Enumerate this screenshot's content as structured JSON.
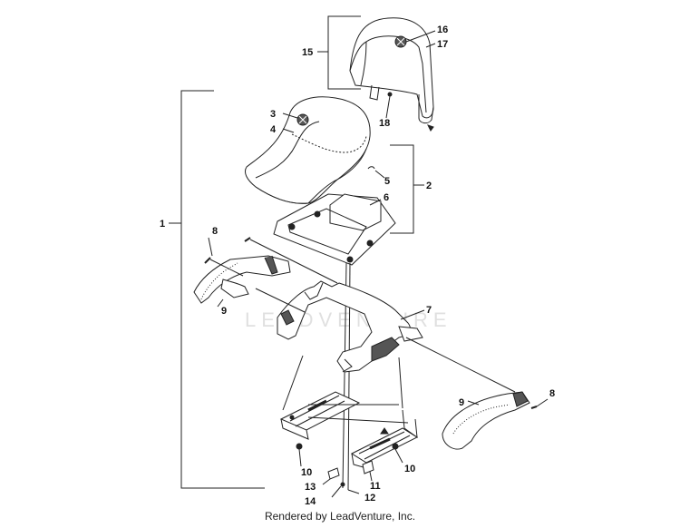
{
  "callouts": {
    "c1": "1",
    "c2": "2",
    "c3": "3",
    "c4": "4",
    "c5": "5",
    "c6": "6",
    "c7": "7",
    "c8a": "8",
    "c8b": "8",
    "c9a": "9",
    "c9b": "9",
    "c10a": "10",
    "c10b": "10",
    "c11": "11",
    "c12": "12",
    "c13": "13",
    "c14": "14",
    "c15": "15",
    "c16": "16",
    "c17": "17",
    "c18": "18"
  },
  "watermark": "LEADVENTURE",
  "footer": "Rendered by LeadVenture, Inc.",
  "colors": {
    "line": "#222222",
    "fill": "#ffffff",
    "shade": "#444444",
    "watermark": "#c8c8c8"
  }
}
